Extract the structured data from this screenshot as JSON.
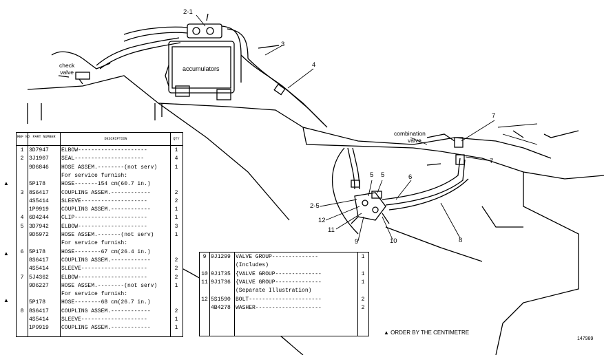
{
  "callouts": {
    "c2_1": "2-1",
    "c3": "3",
    "c4": "4",
    "c5a": "5",
    "c5b": "5",
    "c6": "6",
    "c7a": "7",
    "c7b": "7",
    "c2_5": "2-5",
    "c12": "12",
    "c11": "11",
    "c9": "9",
    "c10": "10",
    "c8": "8"
  },
  "labels": {
    "check_valve_1": "check",
    "check_valve_2": "valve",
    "accumulators": "accumulators",
    "combination_1": "combination",
    "combination_2": "valve"
  },
  "parts_table": {
    "headers": {
      "ref": "REF NO",
      "part": "PART NUMBER",
      "desc": "DESCRIPTION",
      "qty": "QTY"
    },
    "rows": [
      {
        "ref": "1",
        "part": "3D7947",
        "desc": "ELBOW---------------------",
        "qty": "1"
      },
      {
        "ref": "2",
        "part": "3J1907",
        "desc": "SEAL---------------------",
        "qty": "4"
      },
      {
        "ref": "",
        "part": "9D6846",
        "desc": "HOSE ASSEM.--------(not serv)",
        "qty": "1"
      },
      {
        "ref": "",
        "part": "",
        "desc": "  For service furnish:",
        "qty": ""
      },
      {
        "ref": "",
        "part": "5P178",
        "desc": "  HOSE-------154 cm(60.7 in.)",
        "qty": ""
      },
      {
        "ref": "3",
        "part": "8S6417",
        "desc": "  COUPLING ASSEM.------------",
        "qty": "2"
      },
      {
        "ref": "",
        "part": "4S5414",
        "desc": "  SLEEVE--------------------",
        "qty": "2"
      },
      {
        "ref": "",
        "part": "1P9919",
        "desc": "  COUPLING ASSEM.------------",
        "qty": "1"
      },
      {
        "ref": "4",
        "part": "6D4244",
        "desc": "CLIP----------------------",
        "qty": "1"
      },
      {
        "ref": "5",
        "part": "3D7942",
        "desc": "ELBOW---------------------",
        "qty": "3"
      },
      {
        "ref": "",
        "part": "9D5972",
        "desc": "HOSE ASSEM.-------(not serv)",
        "qty": "1"
      },
      {
        "ref": "",
        "part": "",
        "desc": "  For service furnish:",
        "qty": ""
      },
      {
        "ref": "6",
        "part": "5P178",
        "desc": "  HOSE--------67 cm(26.4 in.)",
        "qty": ""
      },
      {
        "ref": "",
        "part": "8S6417",
        "desc": "  COUPLING ASSEM.------------",
        "qty": "2"
      },
      {
        "ref": "",
        "part": "4S5414",
        "desc": "  SLEEVE--------------------",
        "qty": "2"
      },
      {
        "ref": "7",
        "part": "5J4362",
        "desc": "ELBOW---------------------",
        "qty": "2"
      },
      {
        "ref": "",
        "part": "9D6227",
        "desc": "HOSE ASSEM.--------(not serv)",
        "qty": "1"
      },
      {
        "ref": "",
        "part": "",
        "desc": "  For service furnish:",
        "qty": ""
      },
      {
        "ref": "",
        "part": "5P178",
        "desc": "  HOSE--------68 cm(26.7 in.)",
        "qty": ""
      },
      {
        "ref": "8",
        "part": "8S6417",
        "desc": "  COUPLING ASSEM.------------",
        "qty": "2"
      },
      {
        "ref": "",
        "part": "4S5414",
        "desc": "  SLEEVE--------------------",
        "qty": "1"
      },
      {
        "ref": "",
        "part": "1P9919",
        "desc": "  COUPLING ASSEM.------------",
        "qty": "1"
      }
    ]
  },
  "valve_table": {
    "rows": [
      {
        "ref": "9",
        "part": "9J1299",
        "desc": "VALVE GROUP--------------",
        "qty": "1"
      },
      {
        "ref": "",
        "part": "",
        "desc": "  (Includes)",
        "qty": ""
      },
      {
        "ref": "10",
        "part": "9J1735",
        "desc": "{VALVE GROUP--------------",
        "qty": "1"
      },
      {
        "ref": "11",
        "part": "9J1736",
        "desc": "{VALVE GROUP--------------",
        "qty": "1"
      },
      {
        "ref": "",
        "part": "",
        "desc": "  (Separate Illustration)",
        "qty": ""
      },
      {
        "ref": "12",
        "part": "5S1590",
        "desc": "BOLT----------------------",
        "qty": "2"
      },
      {
        "ref": "",
        "part": "4B4278",
        "desc": "WASHER--------------------",
        "qty": "2"
      }
    ]
  },
  "markers": {
    "triangle": "▲"
  },
  "footer": {
    "note": "▲ ORDER BY THE CENTIMETRE",
    "figure_id": "147989"
  }
}
